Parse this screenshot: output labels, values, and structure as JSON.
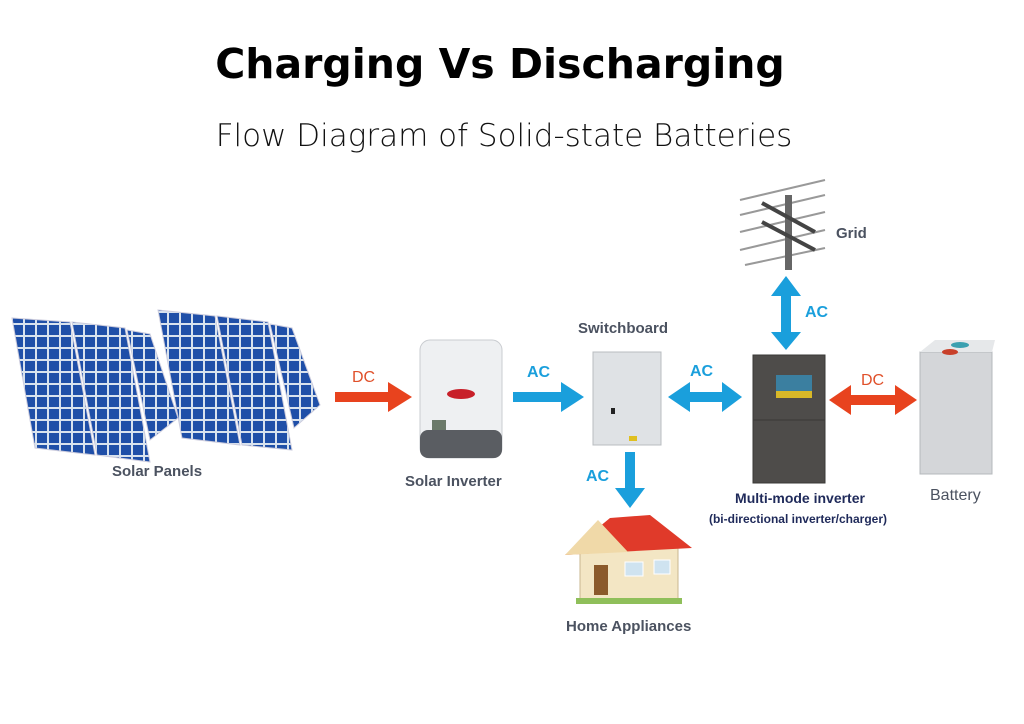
{
  "header": {
    "title": "Charging Vs Discharging",
    "subtitle": "Flow Diagram of Solid-state Batteries"
  },
  "components": {
    "solar_panels": "Solar Panels",
    "solar_inverter": "Solar Inverter",
    "switchboard": "Switchboard",
    "home_appliances": "Home Appliances",
    "grid": "Grid",
    "multi_mode_inverter": "Multi-mode inverter",
    "multi_mode_inverter_sub": "(bi-directional inverter/charger)",
    "battery": "Battery"
  },
  "flows": {
    "panels_to_inverter": "DC",
    "inverter_to_switchboard": "AC",
    "switchboard_to_home": "AC",
    "switchboard_multimode": "AC",
    "grid_multimode": "AC",
    "multimode_battery": "DC"
  },
  "colors": {
    "ac_arrow": "#1a9fdc",
    "dc_arrow": "#e8431e"
  }
}
